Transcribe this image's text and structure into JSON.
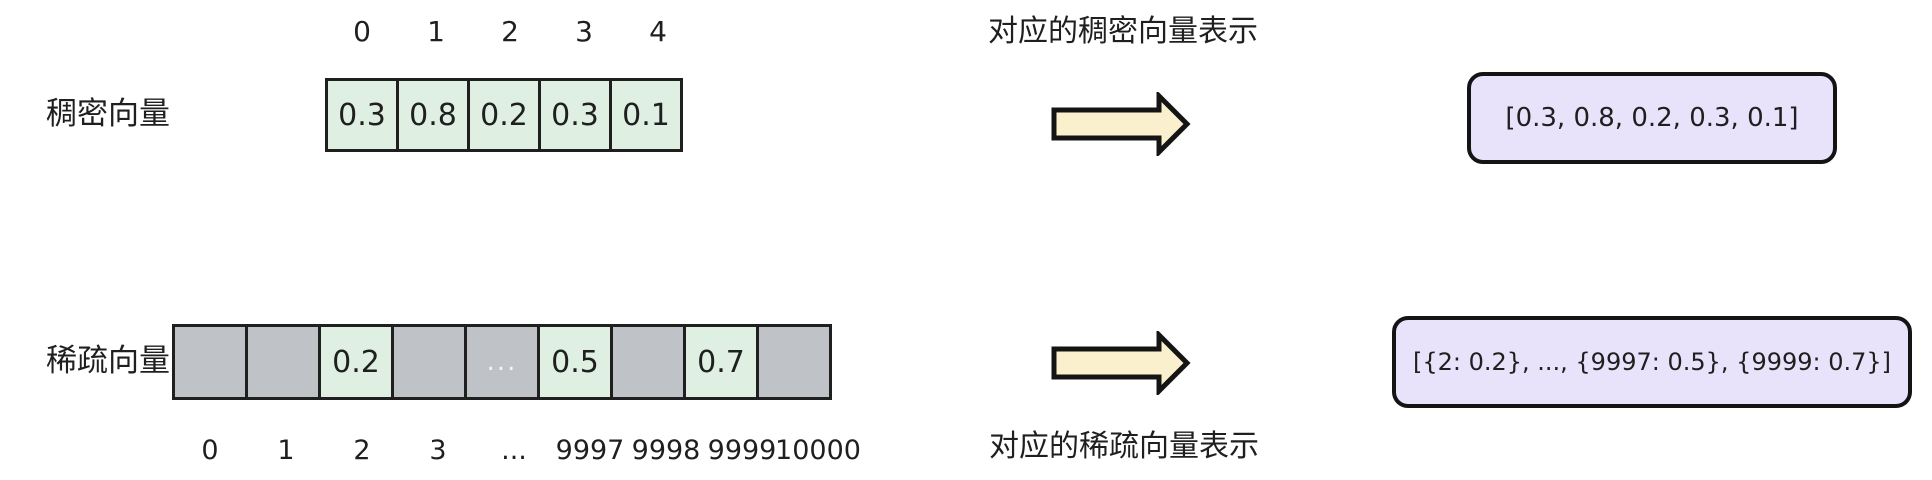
{
  "colors": {
    "green": "#dff0e3",
    "gray": "#bfc2c6",
    "purple_fill": "#e8e2fa",
    "arrow_fill": "#fbf0cd",
    "border_dark": "#1f1f1f"
  },
  "dense": {
    "label": "稠密向量",
    "caption": "对应的稠密向量表示",
    "result": "[0.3, 0.8, 0.2, 0.3, 0.1]",
    "cells": [
      {
        "index": "0",
        "value": "0.3",
        "type": "green"
      },
      {
        "index": "1",
        "value": "0.8",
        "type": "green"
      },
      {
        "index": "2",
        "value": "0.2",
        "type": "green"
      },
      {
        "index": "3",
        "value": "0.3",
        "type": "green"
      },
      {
        "index": "4",
        "value": "0.1",
        "type": "green"
      }
    ]
  },
  "sparse": {
    "label": "稀疏向量",
    "caption": "对应的稀疏向量表示",
    "result": "[{2: 0.2}, ..., {9997: 0.5}, {9999: 0.7}]",
    "cells": [
      {
        "index": "0",
        "value": "",
        "type": "gray"
      },
      {
        "index": "1",
        "value": "",
        "type": "gray"
      },
      {
        "index": "2",
        "value": "0.2",
        "type": "green"
      },
      {
        "index": "3",
        "value": "",
        "type": "gray"
      },
      {
        "index": "...",
        "value": "...",
        "type": "gray-ellipsis"
      },
      {
        "index": "9997",
        "value": "0.5",
        "type": "green"
      },
      {
        "index": "9998",
        "value": "",
        "type": "gray"
      },
      {
        "index": "9999",
        "value": "0.7",
        "type": "green"
      },
      {
        "index": "10000",
        "value": "",
        "type": "gray"
      }
    ]
  }
}
